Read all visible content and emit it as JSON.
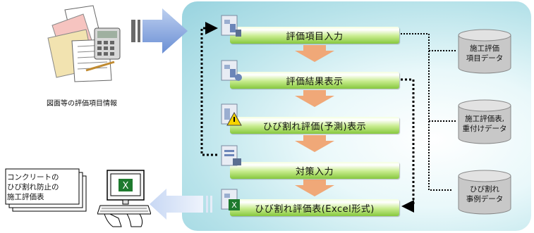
{
  "steps": [
    {
      "id": "s1",
      "label": "評価項目入力"
    },
    {
      "id": "s2",
      "label": "評価結果表示"
    },
    {
      "id": "s3",
      "label": "ひび割れ評価(予測)表示"
    },
    {
      "id": "s4",
      "label": "対策入力"
    },
    {
      "id": "s5",
      "label": "ひび割れ評価表(Excel形式)"
    }
  ],
  "input_caption": "図面等の評価項目情報",
  "output_doc": {
    "line1": "コンクリートの",
    "line2": "ひび割れ防止の",
    "line3": "施工評価表"
  },
  "databases": [
    {
      "line1": "施工評価",
      "line2": "項目データ"
    },
    {
      "line1": "施工評価表,",
      "line2": "重付けデータ"
    },
    {
      "line1": "ひび割れ",
      "line2": "事例データ"
    }
  ],
  "colors": {
    "step_green": "#86c83e",
    "panel_cyan": "#98d3df",
    "flow_arrow": "#7aa0e0",
    "down_arrow": "#f0a878",
    "cylinder": "#c8c8c8"
  }
}
